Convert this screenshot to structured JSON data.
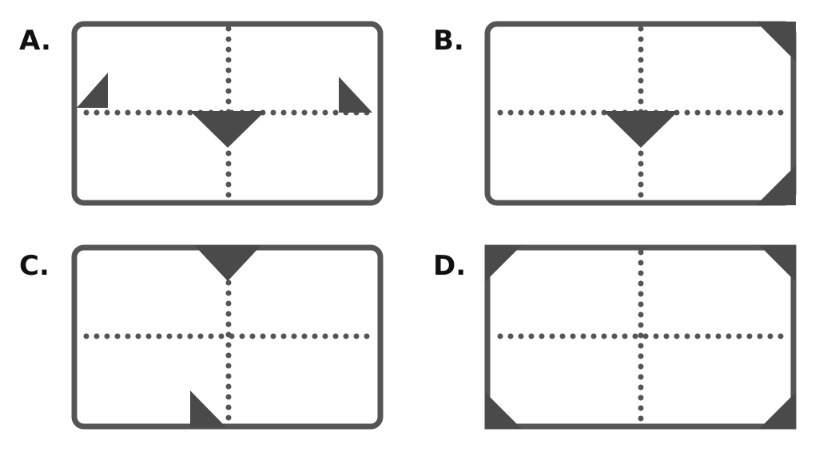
{
  "options": {
    "a": {
      "label": "A."
    },
    "b": {
      "label": "B."
    },
    "c": {
      "label": "C."
    },
    "d": {
      "label": "D."
    }
  },
  "colors": {
    "stroke": "#555555",
    "fill": "#4a4a4a",
    "dot": "#555555",
    "label": "#111111",
    "background": "#ffffff"
  }
}
